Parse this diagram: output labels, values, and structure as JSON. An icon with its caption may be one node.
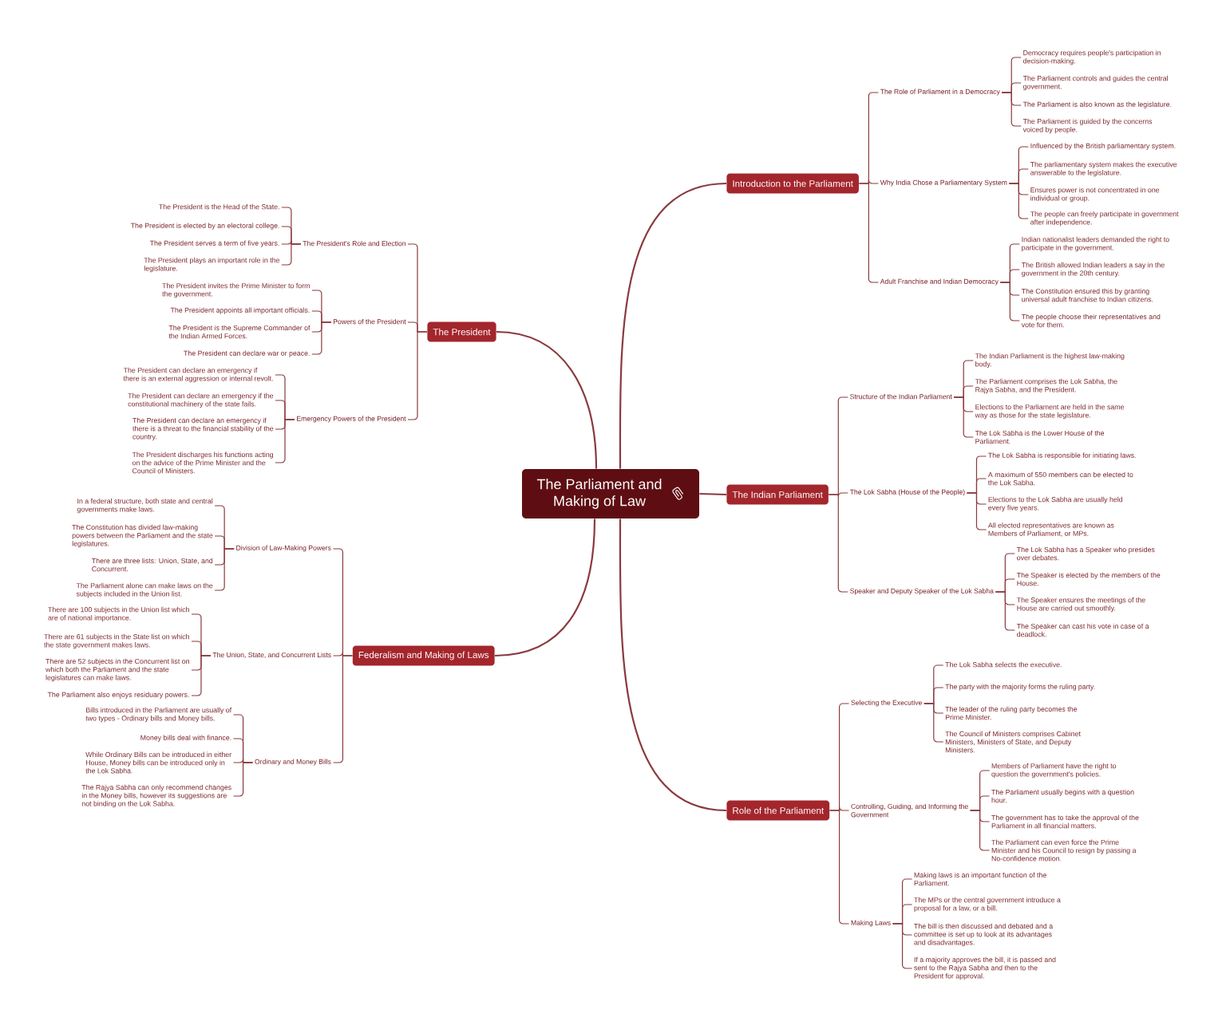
{
  "diagram": {
    "nodes": [
      {
        "text": [
          "The Parliament and Making of Law"
        ]
      },
      {
        "text": [
          "Introduction to the Parliament"
        ]
      },
      {
        "text": [
          "The Role of Parliament in a Democracy"
        ]
      },
      {
        "text": [
          "Democracy requires people's participation in decision-making."
        ]
      },
      {
        "text": [
          "The Parliament controls and guides the central government."
        ]
      },
      {
        "text": [
          "The Parliament is also known as the legislature."
        ]
      },
      {
        "text": [
          "The Parliament is guided by the concerns voiced by people."
        ]
      },
      {
        "text": [
          "Why India Chose a Parliamentary System"
        ]
      },
      {
        "text": [
          "Influenced by the British parliamentary system."
        ]
      },
      {
        "text": [
          "The parliamentary system makes the executive answerable to the legislature."
        ]
      },
      {
        "text": [
          "Ensures power is not concentrated in one individual or group."
        ]
      },
      {
        "text": [
          "The people can freely participate in government after independence."
        ]
      },
      {
        "text": [
          "Adult Franchise and Indian Democracy"
        ]
      },
      {
        "text": [
          "Indian nationalist leaders demanded the right to participate in the government."
        ]
      },
      {
        "text": [
          "The British allowed Indian leaders a say in the government in the 20th century."
        ]
      },
      {
        "text": [
          "The Constitution ensured this by granting universal adult franchise to Indian citizens."
        ]
      },
      {
        "text": [
          "The people choose their representatives and vote for them."
        ]
      },
      {
        "text": [
          "The Indian Parliament"
        ]
      },
      {
        "text": [
          "Structure of the Indian Parliament"
        ]
      },
      {
        "text": [
          "The Indian Parliament is the highest law-making body."
        ]
      },
      {
        "text": [
          "The Parliament comprises the Lok Sabha, the Rajya Sabha, and the President."
        ]
      },
      {
        "text": [
          "Elections to the Parliament are held in the same way as those for the state legislature."
        ]
      },
      {
        "text": [
          "The Lok Sabha is the Lower House of the Parliament."
        ]
      },
      {
        "text": [
          "The Lok Sabha (House of the People)"
        ]
      },
      {
        "text": [
          "The Lok Sabha is responsible for initiating laws."
        ]
      },
      {
        "text": [
          "A maximum of 550 members can be elected to the Lok Sabha."
        ]
      },
      {
        "text": [
          "Elections to the Lok Sabha are usually held every five years."
        ]
      },
      {
        "text": [
          "All elected representatives are known as Members of Parliament, or MPs."
        ]
      },
      {
        "text": [
          "Speaker and Deputy Speaker of the Lok Sabha"
        ]
      },
      {
        "text": [
          "The Lok Sabha has a Speaker who presides over debates."
        ]
      },
      {
        "text": [
          "The Speaker is elected by the members of the House."
        ]
      },
      {
        "text": [
          "The Speaker ensures the meetings of the House are carried out smoothly."
        ]
      },
      {
        "text": [
          "The Speaker can cast his vote in case of a deadlock."
        ]
      },
      {
        "text": [
          "Role of the Parliament"
        ]
      },
      {
        "text": [
          "Selecting the Executive"
        ]
      },
      {
        "text": [
          "The Lok Sabha selects the executive."
        ]
      },
      {
        "text": [
          "The party with the majority forms the ruling party."
        ]
      },
      {
        "text": [
          "The leader of the ruling party becomes the Prime Minister."
        ]
      },
      {
        "text": [
          "The Council of Ministers comprises Cabinet Ministers, Ministers of State, and Deputy Ministers."
        ]
      },
      {
        "text": [
          "Controlling, Guiding, and Informing the Government"
        ]
      },
      {
        "text": [
          "Members of Parliament have the right to question the government's policies."
        ]
      },
      {
        "text": [
          "The Parliament usually begins with a question hour."
        ]
      },
      {
        "text": [
          "The government has to take the approval of the Parliament in all financial matters."
        ]
      },
      {
        "text": [
          "The Parliament can even force the Prime Minister and his Council to resign by passing a No-confidence motion."
        ]
      },
      {
        "text": [
          "Making Laws"
        ]
      },
      {
        "text": [
          "Making laws is an important function of the Parliament."
        ]
      },
      {
        "text": [
          "The MPs or the central government introduce a proposal for a law, or a bill."
        ]
      },
      {
        "text": [
          "The bill is then discussed and debated and a committee is set up to look at its advantages and disadvantages."
        ]
      },
      {
        "text": [
          "If a majority approves the bill, it is passed and sent to the Rajya Sabha and then to the President for approval."
        ]
      },
      {
        "text": [
          "The President"
        ]
      },
      {
        "text": [
          "The President's Role and Election"
        ]
      },
      {
        "text": [
          "The President is the Head of the State."
        ]
      },
      {
        "text": [
          "The President is elected by an electoral college."
        ]
      },
      {
        "text": [
          "The President serves a term of five years."
        ]
      },
      {
        "text": [
          "The President plays an important role in the legislature."
        ]
      },
      {
        "text": [
          "Powers of the President"
        ]
      },
      {
        "text": [
          "The President invites the Prime Minister to form the government."
        ]
      },
      {
        "text": [
          "The President appoints all important officials."
        ]
      },
      {
        "text": [
          "The President is the Supreme Commander of the Indian Armed Forces."
        ]
      },
      {
        "text": [
          "The President can declare war or peace."
        ]
      },
      {
        "text": [
          "Emergency Powers of the President"
        ]
      },
      {
        "text": [
          "The President can declare an emergency if there is an external aggression or internal revolt."
        ]
      },
      {
        "text": [
          "The President can declare an emergency if the constitutional machinery of the state fails."
        ]
      },
      {
        "text": [
          "The President can declare an emergency if there is a threat to the financial stability of the country."
        ]
      },
      {
        "text": [
          "The President discharges his functions acting on the advice of the Prime Minister and the Council of Ministers."
        ]
      },
      {
        "text": [
          "Federalism and Making of Laws"
        ]
      },
      {
        "text": [
          "Division of Law-Making Powers"
        ]
      },
      {
        "text": [
          "In a federal structure, both state and central governments make laws."
        ]
      },
      {
        "text": [
          "The Constitution has divided law-making powers between the Parliament and the state legislatures."
        ]
      },
      {
        "text": [
          "There are three lists: Union, State, and Concurrent."
        ]
      },
      {
        "text": [
          "The Parliament alone can make laws on the subjects included in the Union list."
        ]
      },
      {
        "text": [
          "The Union, State, and Concurrent Lists"
        ]
      },
      {
        "text": [
          "There are 100 subjects in the Union list which are of national importance."
        ]
      },
      {
        "text": [
          "There are 61 subjects in the State list on which the state government makes laws."
        ]
      },
      {
        "text": [
          "There are 52 subjects in the Concurrent list on which both the Parliament and the state legislatures can make laws."
        ]
      },
      {
        "text": [
          "The Parliament also enjoys residuary powers."
        ]
      },
      {
        "text": [
          "Ordinary and Money Bills"
        ]
      },
      {
        "text": [
          "Bills introduced in the Parliament are usually of two types - Ordinary bills and Money bills."
        ]
      },
      {
        "text": [
          "Money bills deal with finance."
        ]
      },
      {
        "text": [
          "While Ordinary Bills can be introduced in either House, Money bills can be introduced only in the Lok Sabha."
        ]
      },
      {
        "text": [
          "The Rajya Sabha can only recommend changes in the Money bills, however its suggestions are not binding on the Lok Sabha."
        ]
      }
    ],
    "edges": [
      {
        "from": 0,
        "to": 1,
        "arrow": "none"
      },
      {
        "from": 1,
        "to": 2,
        "arrow": "none"
      },
      {
        "from": 2,
        "to": 3,
        "arrow": "none"
      },
      {
        "from": 2,
        "to": 4,
        "arrow": "none"
      },
      {
        "from": 2,
        "to": 5,
        "arrow": "none"
      },
      {
        "from": 2,
        "to": 6,
        "arrow": "none"
      },
      {
        "from": 1,
        "to": 7,
        "arrow": "none"
      },
      {
        "from": 7,
        "to": 8,
        "arrow": "none"
      },
      {
        "from": 7,
        "to": 9,
        "arrow": "none"
      },
      {
        "from": 7,
        "to": 10,
        "arrow": "none"
      },
      {
        "from": 7,
        "to": 11,
        "arrow": "none"
      },
      {
        "from": 1,
        "to": 12,
        "arrow": "none"
      },
      {
        "from": 12,
        "to": 13,
        "arrow": "none"
      },
      {
        "from": 12,
        "to": 14,
        "arrow": "none"
      },
      {
        "from": 12,
        "to": 15,
        "arrow": "none"
      },
      {
        "from": 12,
        "to": 16,
        "arrow": "none"
      },
      {
        "from": 0,
        "to": 17,
        "arrow": "none"
      },
      {
        "from": 17,
        "to": 18,
        "arrow": "none"
      },
      {
        "from": 18,
        "to": 19,
        "arrow": "none"
      },
      {
        "from": 18,
        "to": 20,
        "arrow": "none"
      },
      {
        "from": 18,
        "to": 21,
        "arrow": "none"
      },
      {
        "from": 18,
        "to": 22,
        "arrow": "none"
      },
      {
        "from": 17,
        "to": 23,
        "arrow": "none"
      },
      {
        "from": 23,
        "to": 24,
        "arrow": "none"
      },
      {
        "from": 23,
        "to": 25,
        "arrow": "none"
      },
      {
        "from": 23,
        "to": 26,
        "arrow": "none"
      },
      {
        "from": 23,
        "to": 27,
        "arrow": "none"
      },
      {
        "from": 17,
        "to": 28,
        "arrow": "none"
      },
      {
        "from": 28,
        "to": 29,
        "arrow": "none"
      },
      {
        "from": 28,
        "to": 30,
        "arrow": "none"
      },
      {
        "from": 28,
        "to": 31,
        "arrow": "none"
      },
      {
        "from": 28,
        "to": 32,
        "arrow": "none"
      },
      {
        "from": 0,
        "to": 33,
        "arrow": "none"
      },
      {
        "from": 33,
        "to": 34,
        "arrow": "none"
      },
      {
        "from": 34,
        "to": 35,
        "arrow": "none"
      },
      {
        "from": 34,
        "to": 36,
        "arrow": "none"
      },
      {
        "from": 34,
        "to": 37,
        "arrow": "none"
      },
      {
        "from": 34,
        "to": 38,
        "arrow": "none"
      },
      {
        "from": 33,
        "to": 39,
        "arrow": "none"
      },
      {
        "from": 39,
        "to": 40,
        "arrow": "none"
      },
      {
        "from": 39,
        "to": 41,
        "arrow": "none"
      },
      {
        "from": 39,
        "to": 42,
        "arrow": "none"
      },
      {
        "from": 39,
        "to": 43,
        "arrow": "none"
      },
      {
        "from": 33,
        "to": 44,
        "arrow": "none"
      },
      {
        "from": 44,
        "to": 45,
        "arrow": "none"
      },
      {
        "from": 44,
        "to": 46,
        "arrow": "none"
      },
      {
        "from": 44,
        "to": 47,
        "arrow": "none"
      },
      {
        "from": 44,
        "to": 48,
        "arrow": "none"
      },
      {
        "from": 0,
        "to": 49,
        "arrow": "none"
      },
      {
        "from": 49,
        "to": 50,
        "arrow": "none"
      },
      {
        "from": 50,
        "to": 51,
        "arrow": "none"
      },
      {
        "from": 50,
        "to": 52,
        "arrow": "none"
      },
      {
        "from": 50,
        "to": 53,
        "arrow": "none"
      },
      {
        "from": 50,
        "to": 54,
        "arrow": "none"
      },
      {
        "from": 49,
        "to": 55,
        "arrow": "none"
      },
      {
        "from": 55,
        "to": 56,
        "arrow": "none"
      },
      {
        "from": 55,
        "to": 57,
        "arrow": "none"
      },
      {
        "from": 55,
        "to": 58,
        "arrow": "none"
      },
      {
        "from": 55,
        "to": 59,
        "arrow": "none"
      },
      {
        "from": 49,
        "to": 60,
        "arrow": "none"
      },
      {
        "from": 60,
        "to": 61,
        "arrow": "none"
      },
      {
        "from": 60,
        "to": 62,
        "arrow": "none"
      },
      {
        "from": 60,
        "to": 63,
        "arrow": "none"
      },
      {
        "from": 60,
        "to": 64,
        "arrow": "none"
      },
      {
        "from": 0,
        "to": 65,
        "arrow": "none"
      },
      {
        "from": 65,
        "to": 66,
        "arrow": "none"
      },
      {
        "from": 66,
        "to": 67,
        "arrow": "none"
      },
      {
        "from": 66,
        "to": 68,
        "arrow": "none"
      },
      {
        "from": 66,
        "to": 69,
        "arrow": "none"
      },
      {
        "from": 66,
        "to": 70,
        "arrow": "none"
      },
      {
        "from": 65,
        "to": 71,
        "arrow": "none"
      },
      {
        "from": 71,
        "to": 72,
        "arrow": "none"
      },
      {
        "from": 71,
        "to": 73,
        "arrow": "none"
      },
      {
        "from": 71,
        "to": 74,
        "arrow": "none"
      },
      {
        "from": 71,
        "to": 75,
        "arrow": "none"
      },
      {
        "from": 65,
        "to": 76,
        "arrow": "none"
      },
      {
        "from": 76,
        "to": 77,
        "arrow": "none"
      },
      {
        "from": 76,
        "to": 78,
        "arrow": "none"
      },
      {
        "from": 76,
        "to": 79,
        "arrow": "none"
      },
      {
        "from": 76,
        "to": 80,
        "arrow": "none"
      }
    ]
  }
}
